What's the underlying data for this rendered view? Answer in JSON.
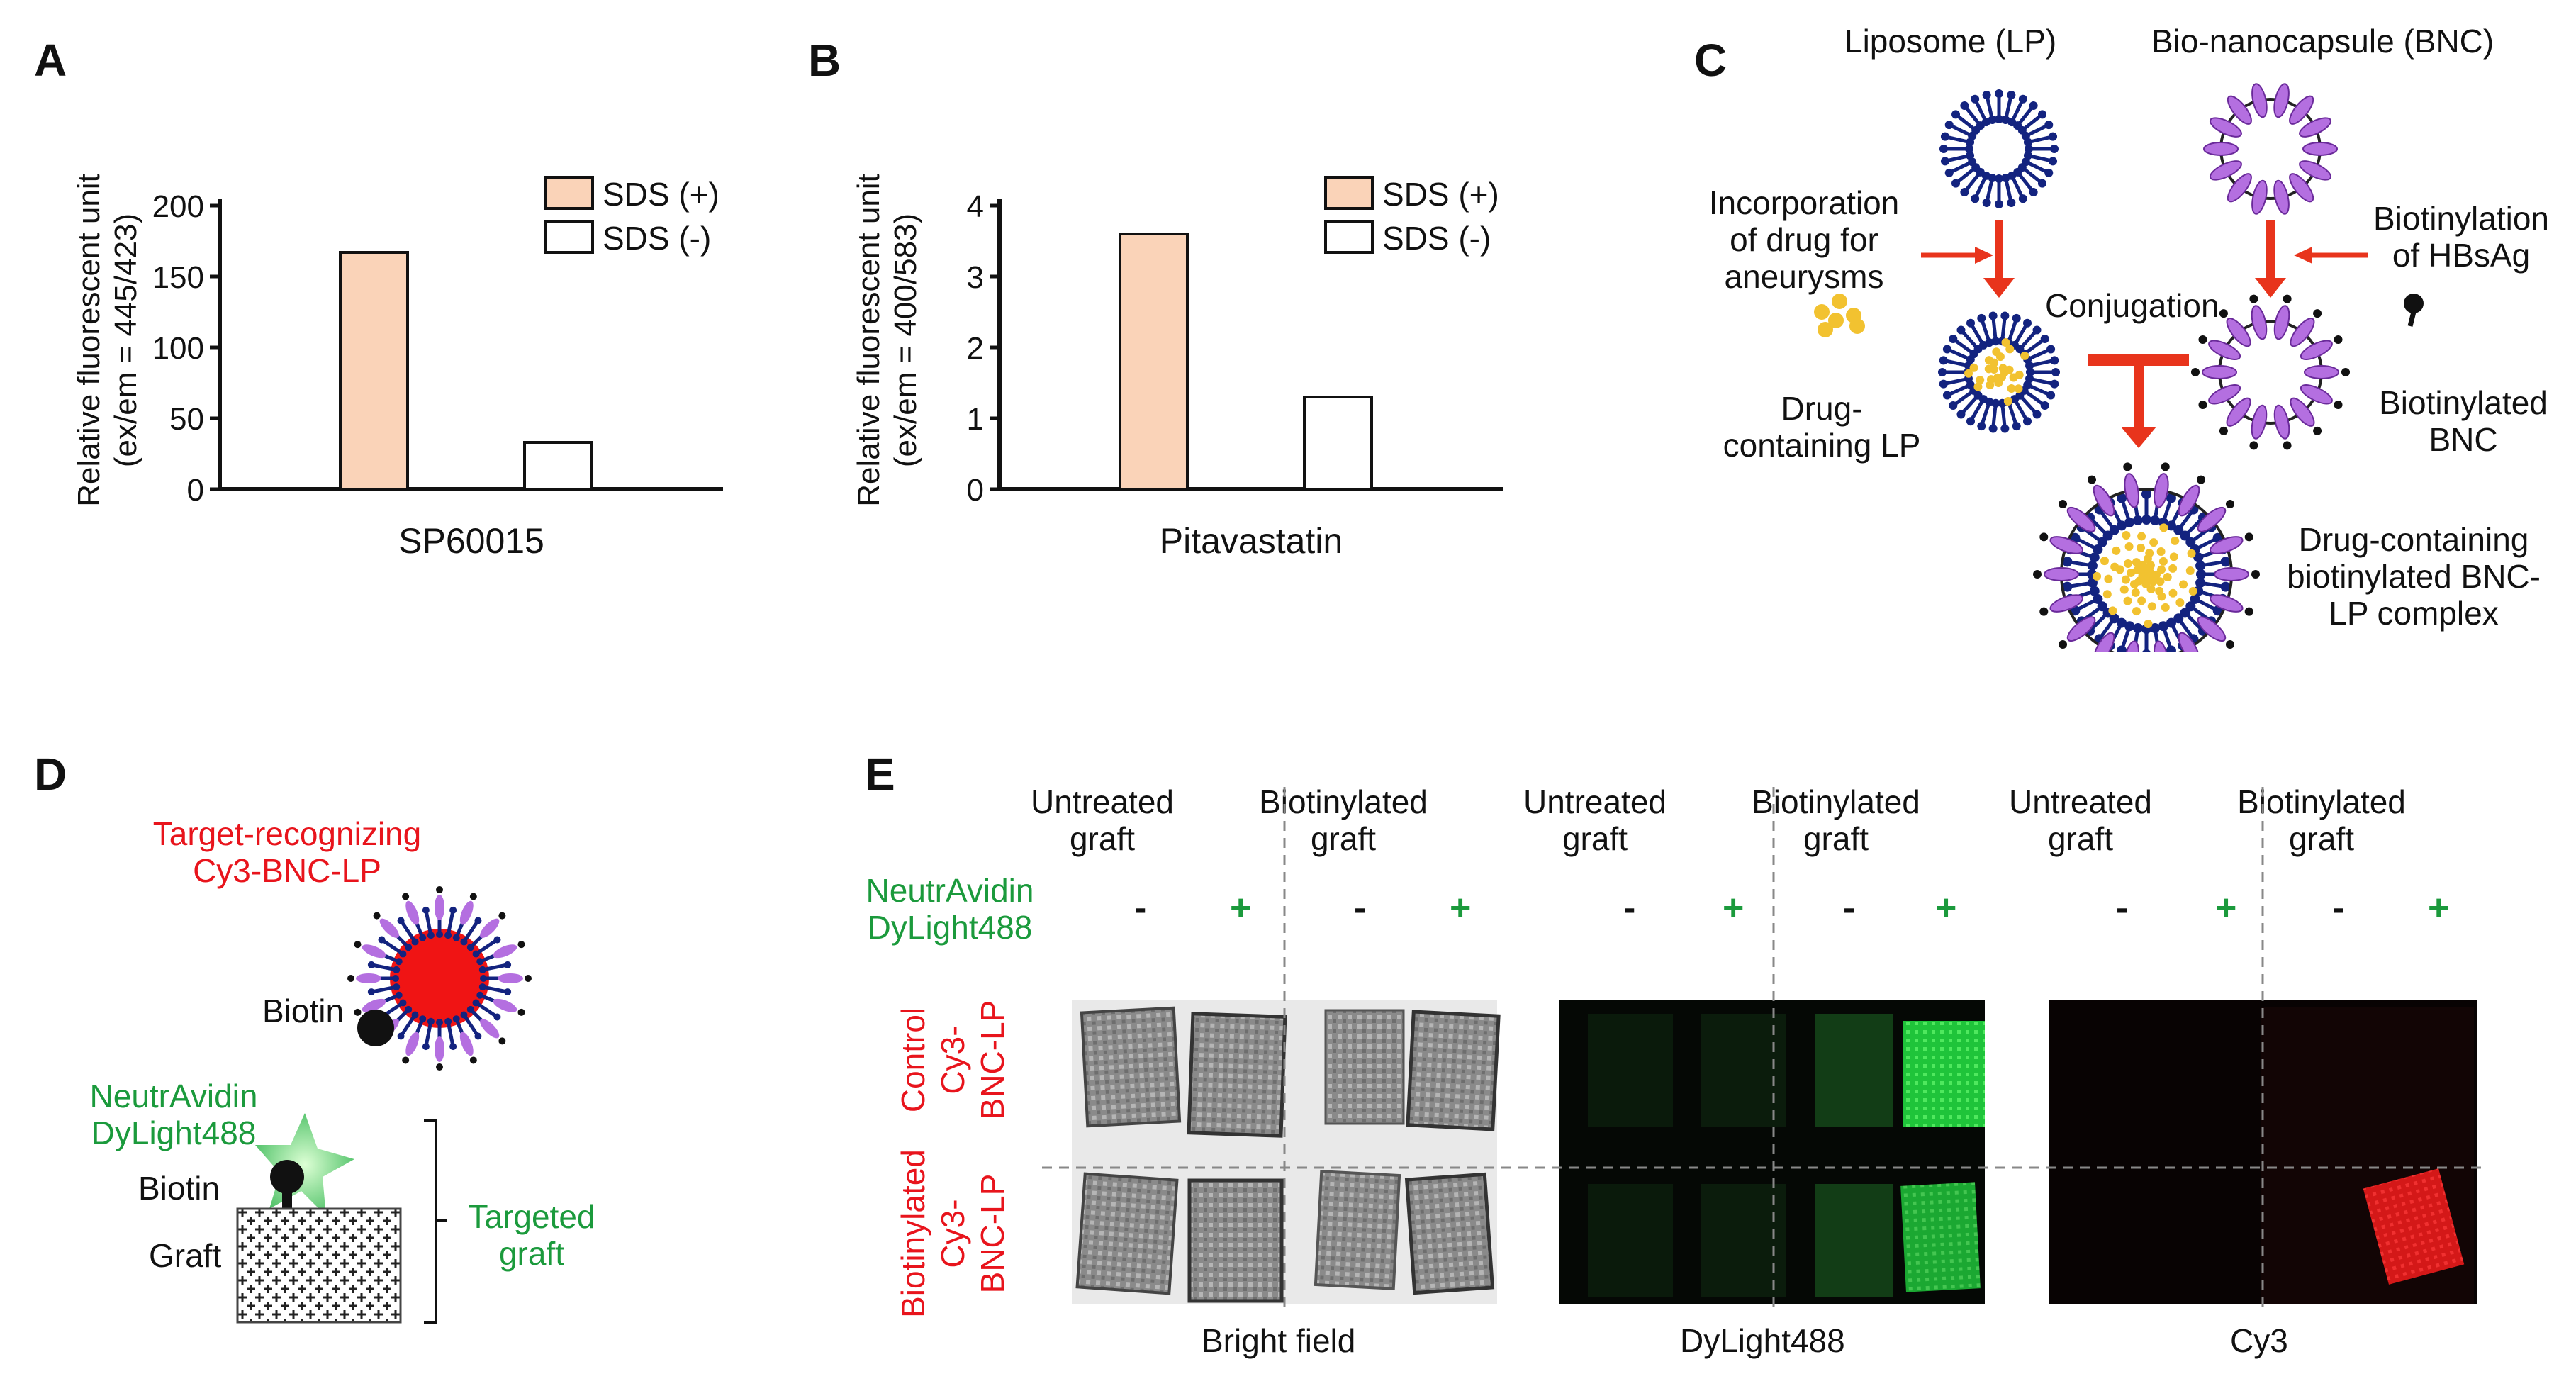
{
  "panels": {
    "A": "A",
    "B": "B",
    "C": "C",
    "D": "D",
    "E": "E"
  },
  "colors": {
    "sds_plus": "#fad3b8",
    "sds_minus": "#ffffff",
    "arrow": "#e8341c",
    "liposome": "#13237f",
    "bnc": "#b46fe0",
    "drug": "#f2c230",
    "red_text": "#e8141c",
    "green_text": "#1b9a3c"
  },
  "chart_data": [
    {
      "type": "bar",
      "panel": "A",
      "categories": [
        "SDS (+)",
        "SDS (-)"
      ],
      "values": [
        167,
        33
      ],
      "xlabel": "SP60015",
      "ylabel": "Relative fluorescent unit",
      "ylabel2": "(ex/em = 445/423)",
      "ylim": [
        0,
        200
      ],
      "yticks": [
        "0",
        "50",
        "100",
        "150",
        "200"
      ],
      "legend": [
        "SDS (+)",
        "SDS (-)"
      ],
      "legend_position": "top-right"
    },
    {
      "type": "bar",
      "panel": "B",
      "categories": [
        "SDS (+)",
        "SDS (-)"
      ],
      "values": [
        3.6,
        1.3
      ],
      "xlabel": "Pitavastatin",
      "ylabel": "Relative fluorescent unit",
      "ylabel2": "(ex/em = 400/583)",
      "ylim": [
        0,
        4
      ],
      "yticks": [
        "0",
        "1",
        "2",
        "3",
        "4"
      ],
      "legend": [
        "SDS (+)",
        "SDS (-)"
      ],
      "legend_position": "top-right"
    }
  ],
  "panelC": {
    "liposome": "Liposome (LP)",
    "bnc": "Bio-nanocapsule (BNC)",
    "incorporation": [
      "Incorporation",
      "of drug for",
      "aneurysms"
    ],
    "biotinylation": [
      "Biotinylation",
      "of HBsAg"
    ],
    "conjugation": "Conjugation",
    "drug_lp": [
      "Drug-",
      "containing LP"
    ],
    "biot_bnc": [
      "Biotinylated",
      "BNC"
    ],
    "complex": [
      "Drug-containing",
      "biotinylated BNC-",
      "LP complex"
    ]
  },
  "panelD": {
    "target": [
      "Target-recognizing",
      "Cy3-BNC-LP"
    ],
    "biotin_top": "Biotin",
    "neutravidin": [
      "NeutrAvidin",
      "DyLight488"
    ],
    "biotin_bottom": "Biotin",
    "graft": "Graft",
    "targeted": [
      "Targeted",
      "graft"
    ]
  },
  "panelE": {
    "col_headers": [
      [
        "Untreated",
        "graft"
      ],
      [
        "Biotinylated",
        "graft"
      ],
      [
        "Untreated",
        "graft"
      ],
      [
        "Biotinylated",
        "graft"
      ],
      [
        "Untreated",
        "graft"
      ],
      [
        "Biotinylated",
        "graft"
      ]
    ],
    "neutravidin": [
      "NeutrAvidin",
      "DyLight488"
    ],
    "minus": "-",
    "plus": "+",
    "row1": [
      "Control",
      "Cy3-",
      "BNC-LP"
    ],
    "row2": [
      "Biotinylated",
      "Cy3-",
      "BNC-LP"
    ],
    "images": [
      "Bright field",
      "DyLight488",
      "Cy3"
    ]
  }
}
